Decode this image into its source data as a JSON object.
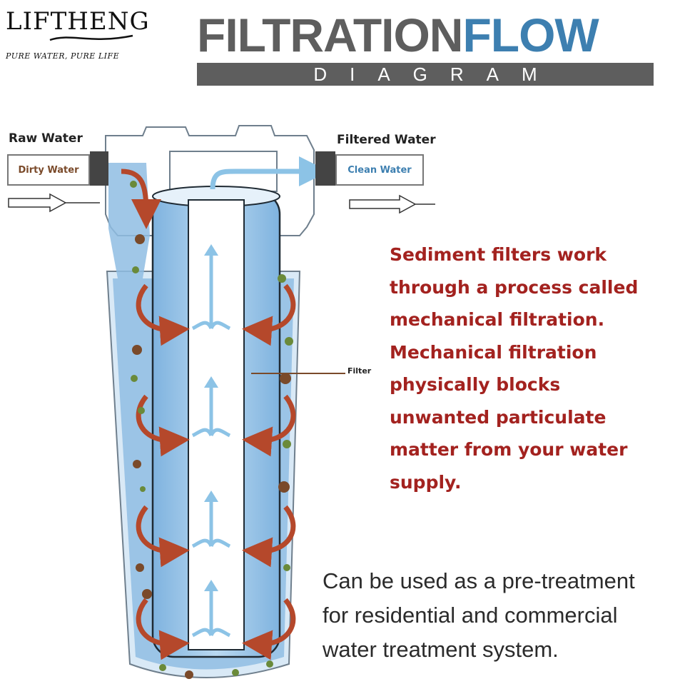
{
  "brand": {
    "name": "LIFTHENG",
    "tagline": "PURE WATER, PURE LIFE"
  },
  "title": {
    "main_dark": "FILTRATION",
    "main_blue": "FLOW",
    "sub": "DIAGRAM"
  },
  "inlet": {
    "label": "Raw Water",
    "box_text": "Dirty Water"
  },
  "outlet": {
    "label": "Filtered Water",
    "box_text": "Clean Water"
  },
  "filter_label": "Filter",
  "description": [
    "Sediment filters work",
    "through a process called",
    "mechanical filtration.",
    "Mechanical filtration",
    "physically blocks",
    "unwanted particulate",
    "matter from your water",
    "supply."
  ],
  "note": [
    "Can be used as a pre-treatment",
    "for residential and commercial",
    "water treatment system."
  ],
  "colors": {
    "title_dark": "#5e5e5e",
    "title_blue": "#3d7fb0",
    "description_text": "#a3221f",
    "water": "#8fbde3",
    "flow_arrow": "#b5482b",
    "clean_arrow": "#8cc3e6",
    "dirty_text": "#7a4a2a",
    "clean_text": "#3d7fb0"
  }
}
